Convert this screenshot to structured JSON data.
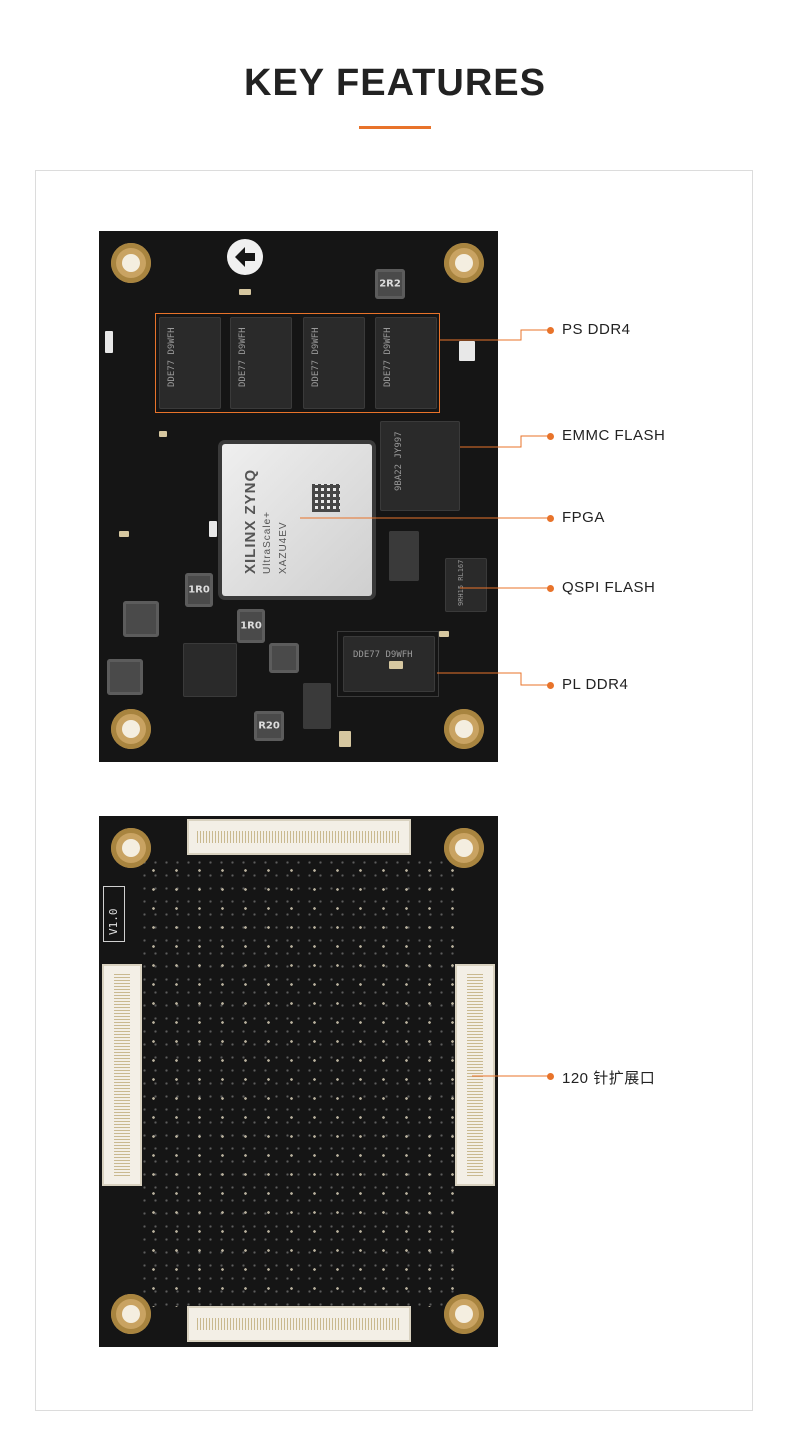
{
  "page": {
    "title": "KEY FEATURES"
  },
  "board_top": {
    "chip_marks": {
      "ddr": "DDE77 D9WFH",
      "emmc": "9BA22 JY997",
      "pl_ddr": "DDE77 D9WFH",
      "qspi": "9RH15 RL167"
    },
    "fpga": {
      "brand": "XILINX ZYNQ",
      "series": "UltraScale+",
      "part": "XAZU4EV"
    },
    "inductors": [
      "2R2",
      "1R0",
      "1R0",
      "R20"
    ]
  },
  "board_bottom": {
    "revision": "V1.0"
  },
  "callouts": [
    {
      "label": "PS DDR4"
    },
    {
      "label": "EMMC FLASH"
    },
    {
      "label": "FPGA"
    },
    {
      "label": "QSPI FLASH"
    },
    {
      "label": "PL DDR4"
    },
    {
      "label": "120 针扩展口"
    }
  ],
  "colors": {
    "accent": "#e8732a",
    "pcb": "#151515",
    "heading": "#222222"
  }
}
